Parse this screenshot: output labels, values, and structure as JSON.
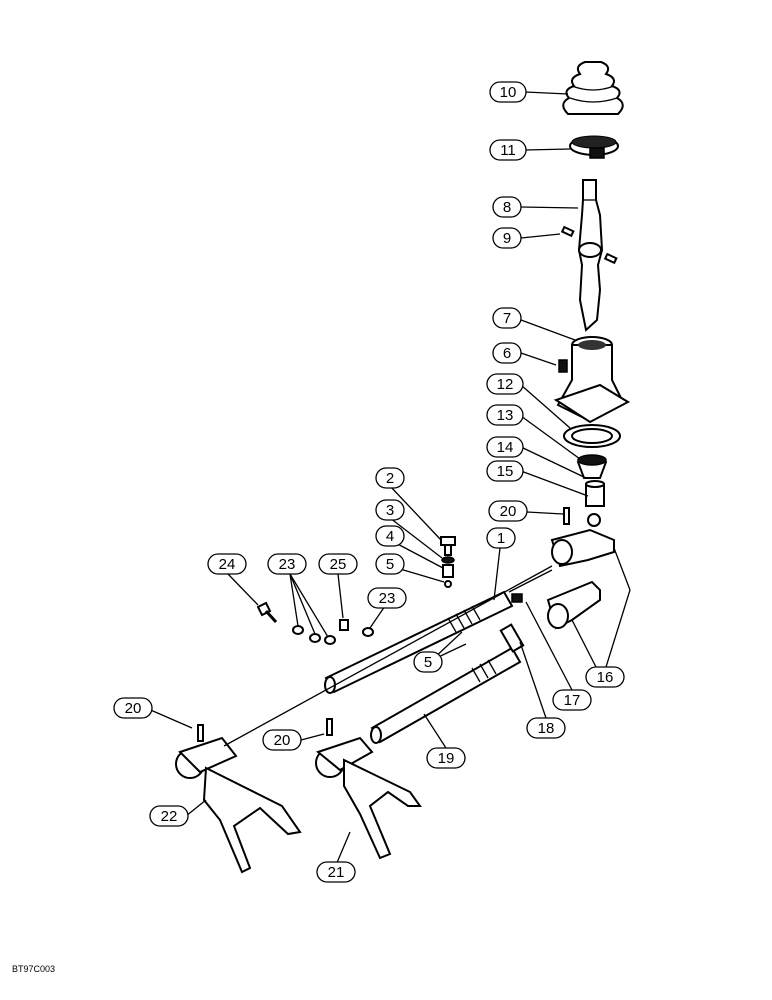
{
  "diagram": {
    "figure_code": "BT97C003",
    "callouts": [
      {
        "id": "c10",
        "label": "10"
      },
      {
        "id": "c11",
        "label": "11"
      },
      {
        "id": "c8",
        "label": "8"
      },
      {
        "id": "c9",
        "label": "9"
      },
      {
        "id": "c7",
        "label": "7"
      },
      {
        "id": "c6",
        "label": "6"
      },
      {
        "id": "c12",
        "label": "12"
      },
      {
        "id": "c13",
        "label": "13"
      },
      {
        "id": "c14",
        "label": "14"
      },
      {
        "id": "c15",
        "label": "15"
      },
      {
        "id": "c20a",
        "label": "20"
      },
      {
        "id": "c1",
        "label": "1"
      },
      {
        "id": "c2",
        "label": "2"
      },
      {
        "id": "c3",
        "label": "3"
      },
      {
        "id": "c4",
        "label": "4"
      },
      {
        "id": "c5a",
        "label": "5"
      },
      {
        "id": "c24",
        "label": "24"
      },
      {
        "id": "c23a",
        "label": "23"
      },
      {
        "id": "c25",
        "label": "25"
      },
      {
        "id": "c23b",
        "label": "23"
      },
      {
        "id": "c5b",
        "label": "5"
      },
      {
        "id": "c16",
        "label": "16"
      },
      {
        "id": "c17",
        "label": "17"
      },
      {
        "id": "c18",
        "label": "18"
      },
      {
        "id": "c19",
        "label": "19"
      },
      {
        "id": "c20b",
        "label": "20"
      },
      {
        "id": "c20c",
        "label": "20"
      },
      {
        "id": "c22",
        "label": "22"
      },
      {
        "id": "c21",
        "label": "21"
      }
    ]
  }
}
